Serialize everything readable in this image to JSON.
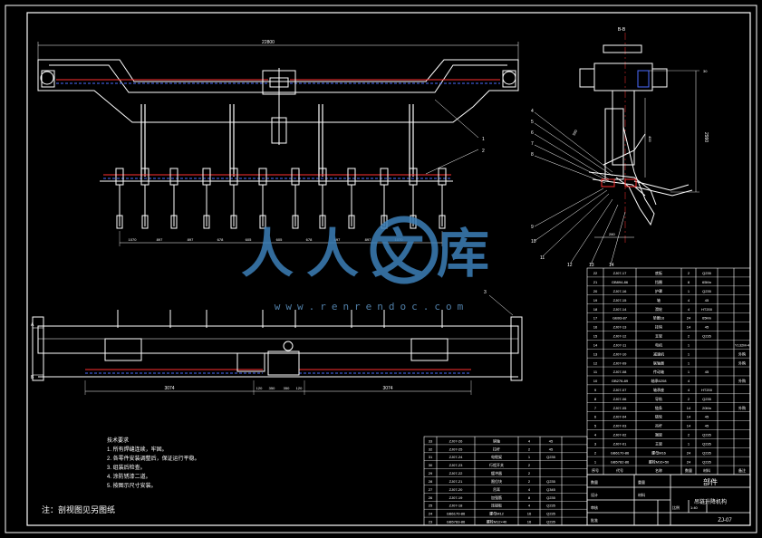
{
  "watermark": {
    "brand": "人人文库",
    "site": "www.renrendoc.com"
  },
  "notes": {
    "heading": "技术要求",
    "items": [
      "1. 所有焊缝连续，牢固。",
      "2. 各零件安装调整后，保证运行平稳。",
      "3. 组装后检查。",
      "4. 涂防锈漆二道。",
      "5. 按图示尺寸安装。"
    ],
    "footer": "注：剖视图见另图纸"
  },
  "dimensions": {
    "top_overall": "22800",
    "bottom_left": "3074",
    "bottom_right": "3074",
    "bottom_mid": [
      "120",
      "350",
      "350",
      "120"
    ],
    "lower_series": [
      "1070",
      "897",
      "897",
      "678",
      "605",
      "605",
      "678",
      "897",
      "897",
      "1070"
    ],
    "side_height": "2990",
    "side_top": "30",
    "side_width": "280",
    "side_dim_a": "400",
    "side_dim_b": "590"
  },
  "side_view": {
    "label": "B-B"
  },
  "callouts": {
    "main_1": "1",
    "main_2": "2",
    "bottom_3": "3",
    "left_a": "A",
    "left_b": "B",
    "side": [
      "4",
      "5",
      "6",
      "7",
      "8",
      "9",
      "10",
      "11",
      "12",
      "13",
      "14"
    ]
  },
  "title_block": {
    "part_heading": "部件",
    "drawing_name": "吊链升降机构",
    "scale": "1:40",
    "sheet_code": "ZJ-07",
    "label_qty": "数量",
    "label_scale": "比例",
    "label_weight": "重量",
    "label_design": "设计",
    "label_check": "审核",
    "label_approve": "批准",
    "label_material": "材料"
  },
  "parts_table": {
    "headers": [
      "序号",
      "代号",
      "名称",
      "数量",
      "材料",
      "备注"
    ],
    "rows": [
      [
        "1",
        "GB5782-86",
        "螺栓M16×50",
        "24",
        "Q235",
        ""
      ],
      [
        "2",
        "GB6170-86",
        "螺母M16",
        "24",
        "Q235",
        ""
      ],
      [
        "3",
        "ZJ07-01",
        "主梁",
        "1",
        "Q235",
        ""
      ],
      [
        "4",
        "ZJ07-02",
        "端梁",
        "2",
        "Q235",
        ""
      ],
      [
        "5",
        "ZJ07-03",
        "吊杆",
        "14",
        "45",
        ""
      ],
      [
        "6",
        "ZJ07-04",
        "链轮",
        "14",
        "45",
        ""
      ],
      [
        "7",
        "ZJ07-05",
        "链条",
        "14",
        "20Mn",
        "外购"
      ],
      [
        "8",
        "ZJ07-06",
        "导轨",
        "2",
        "Q235",
        ""
      ],
      [
        "9",
        "ZJ07-07",
        "轴承座",
        "4",
        "HT200",
        ""
      ],
      [
        "10",
        "GB276-89",
        "轴承6208",
        "4",
        "",
        "外购"
      ],
      [
        "11",
        "ZJ07-08",
        "传动轴",
        "1",
        "45",
        ""
      ],
      [
        "12",
        "ZJ07-09",
        "联轴器",
        "1",
        "",
        "外购"
      ],
      [
        "13",
        "ZJ07-10",
        "减速机",
        "1",
        "",
        "外购"
      ],
      [
        "14",
        "ZJ07-11",
        "电机",
        "1",
        "",
        "Y132M-4"
      ],
      [
        "15",
        "ZJ07-12",
        "支架",
        "2",
        "Q235",
        ""
      ],
      [
        "16",
        "ZJ07-13",
        "挂钩",
        "14",
        "45",
        ""
      ],
      [
        "17",
        "GB93-87",
        "垫圈16",
        "24",
        "65Mn",
        ""
      ],
      [
        "18",
        "ZJ07-14",
        "滑轮",
        "4",
        "HT200",
        ""
      ],
      [
        "19",
        "ZJ07-15",
        "轴",
        "4",
        "45",
        ""
      ],
      [
        "20",
        "ZJ07-16",
        "护罩",
        "1",
        "Q235",
        ""
      ],
      [
        "21",
        "GB894-86",
        "挡圈",
        "8",
        "65Mn",
        ""
      ],
      [
        "22",
        "ZJ07-17",
        "底板",
        "2",
        "Q235",
        ""
      ]
    ]
  },
  "left_table": {
    "rows": [
      [
        "23",
        "GB5783-86",
        "螺栓M12×40",
        "16",
        "Q235"
      ],
      [
        "24",
        "GB6170-86",
        "螺母M12",
        "16",
        "Q235"
      ],
      [
        "25",
        "ZJ07-18",
        "连接板",
        "4",
        "Q235"
      ],
      [
        "26",
        "ZJ07-19",
        "加强筋",
        "8",
        "Q235"
      ],
      [
        "27",
        "ZJ07-20",
        "吊耳",
        "4",
        "Q345"
      ],
      [
        "28",
        "ZJ07-21",
        "限位块",
        "2",
        "Q235"
      ],
      [
        "29",
        "ZJ07-22",
        "缓冲器",
        "2",
        ""
      ],
      [
        "30",
        "ZJ07-23",
        "行程开关",
        "2",
        ""
      ],
      [
        "31",
        "ZJ07-24",
        "电缆架",
        "1",
        "Q235"
      ],
      [
        "32",
        "ZJ07-25",
        "拉杆",
        "2",
        "45"
      ],
      [
        "33",
        "ZJ07-26",
        "销轴",
        "4",
        "45"
      ]
    ]
  }
}
